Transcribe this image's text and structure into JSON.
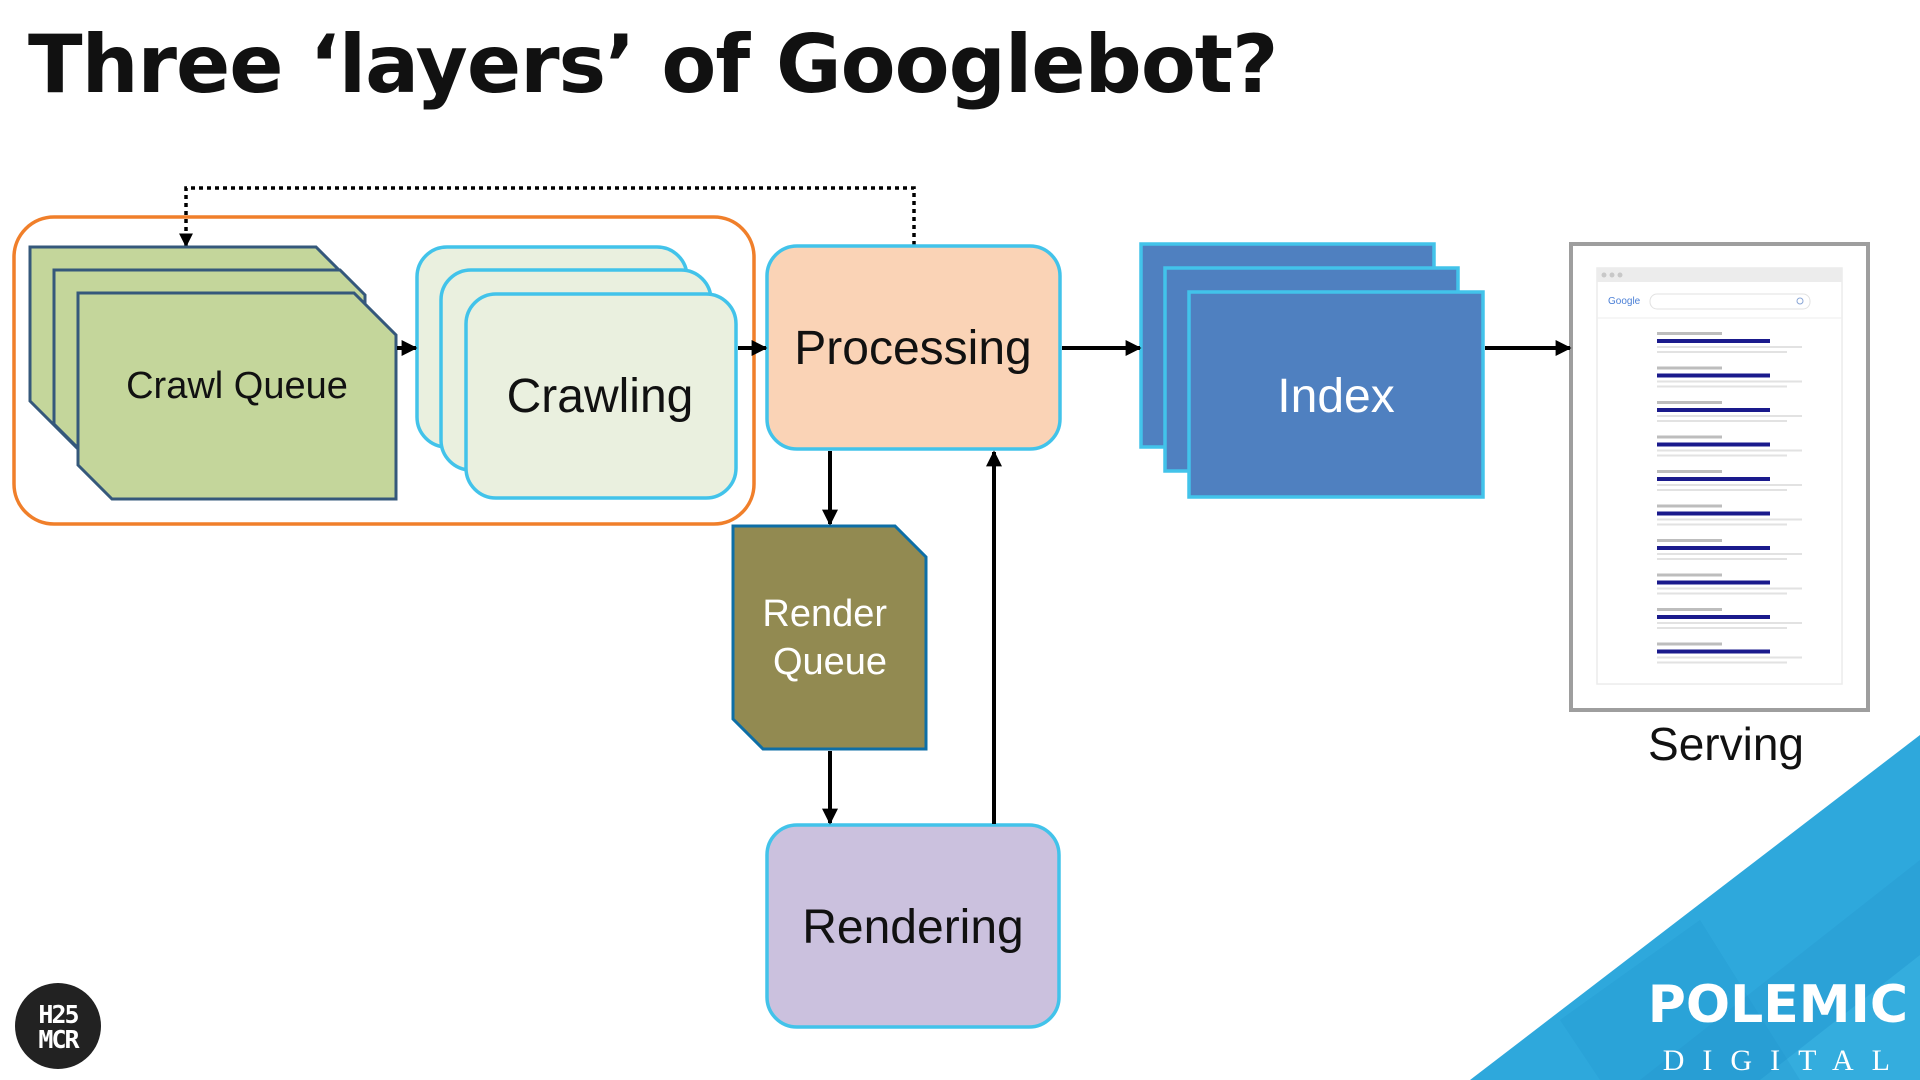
{
  "title": "Three ‘layers’ of Googlebot?",
  "nodes": {
    "crawl_queue": "Crawl Queue",
    "crawling": "Crawling",
    "processing": "Processing",
    "render_queue": [
      "Render",
      "Queue"
    ],
    "rendering": "Rendering",
    "index": "Index",
    "serving": "Serving"
  },
  "serp_thumbnail": {
    "logo": "Google",
    "result_count": 10
  },
  "branding": {
    "event_logo": [
      "H25",
      "MCR"
    ],
    "company_name": "POLEMIC",
    "company_tagline": "DIGITAL"
  },
  "colors": {
    "crawl_group_outline": "#f07f2a",
    "crawl_queue_fill": "#c4d69b",
    "crawl_queue_stroke": "#35587b",
    "crawling_fill": "#eaf0df",
    "highlight_stroke": "#42c3ea",
    "processing_fill": "#fad3b6",
    "render_queue_fill": "#928a51",
    "render_queue_stroke": "#0d6ea6",
    "rendering_fill": "#cbc1de",
    "index_fill": "#4f80c0",
    "serving_frame": "#9e9e9e",
    "brand_blue": "#2ea8dc"
  }
}
